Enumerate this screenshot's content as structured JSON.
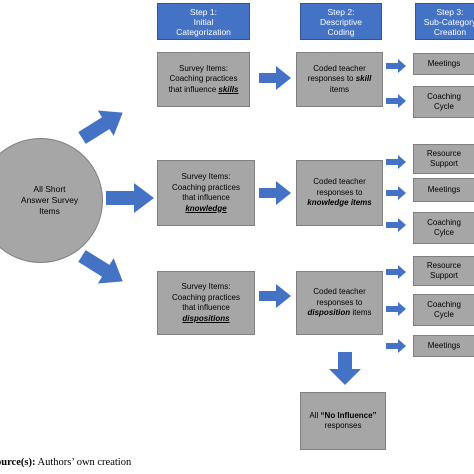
{
  "headers": {
    "step1": "Step 1:\nInitial\nCategorization",
    "step2": "Step 2:\nDescriptive\nCoding",
    "step3": "Step 3:\nSub-Category\nCreation"
  },
  "root": "All Short\nAnswer Survey\nItems",
  "rows": [
    {
      "survey_pre": "Survey Items:\nCoaching practices\nthat influence ",
      "survey_kw": "skills",
      "coded_pre": "Coded teacher\nresponses to ",
      "coded_kw": "skill",
      "coded_post": "\nitems",
      "subs": [
        "Meetings",
        "Coaching\nCycle"
      ]
    },
    {
      "survey_pre": "Survey Items:\nCoaching practices\nthat influence\n",
      "survey_kw": "knowledge",
      "coded_pre": "Coded teacher\nresponses to\n",
      "coded_kw": "knowledge items",
      "coded_post": "",
      "subs": [
        "Resource\nSupport",
        "Meetings",
        "Coaching\nCylce"
      ]
    },
    {
      "survey_pre": "Survey Items:\nCoaching practices\nthat influence\n",
      "survey_kw": "dispositions",
      "coded_pre": "Coded teacher\nresponses to\n",
      "coded_kw": "disposition",
      "coded_post": " items",
      "subs": [
        "Resource\nSupport",
        "Coaching\nCycle",
        "Meetings"
      ]
    }
  ],
  "no_influence": {
    "pre": "All ",
    "kw": "“No Influence”",
    "post": "\nresponses"
  },
  "source_label": "ource(s):",
  "source_text": " Authors’ own creation",
  "colors": {
    "header": "#4472c4",
    "box": "#a6a6a6",
    "arrow": "#4472c4"
  }
}
